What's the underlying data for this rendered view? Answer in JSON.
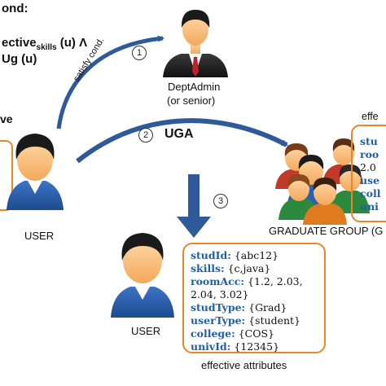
{
  "condition": {
    "line1": "ond:",
    "line2_prefix": "ective",
    "line2_sub": "skills",
    "line2_suffix": " (u) Λ",
    "line3": "Ug (u)"
  },
  "left_partial_text": "ve",
  "steps": {
    "one": "1",
    "two": "2",
    "three": "3"
  },
  "arrow_labels": {
    "satisfy": "satisfy cond.",
    "uga": "UGA"
  },
  "admin": {
    "line1": "DeptAdmin",
    "line2": "(or senior)"
  },
  "user_top_label": "USER",
  "user_bottom_label": "USER",
  "group": {
    "label": "GRADUATE GROUP (G",
    "partial_title": "effe",
    "partial_items": [
      "stu",
      "roo",
      "2.0",
      "use",
      "coll",
      "uni"
    ]
  },
  "effective": {
    "items": [
      {
        "key": "studId:",
        "value": " {abc12}"
      },
      {
        "key": "skills:",
        "value": " {c,java}"
      },
      {
        "key": "roomAcc:",
        "value": " {1.2, 2.03,"
      },
      {
        "key": "",
        "value": "2.04, 3.02}"
      },
      {
        "key": "studType:",
        "value": " {Grad}"
      },
      {
        "key": "userType:",
        "value": " {student}"
      },
      {
        "key": "college:",
        "value": " {COS}"
      },
      {
        "key": "univId:",
        "value": " {12345}"
      }
    ],
    "caption": "effective attributes"
  },
  "colors": {
    "arrow_blue": "#2e5a9a",
    "box_orange": "#e8872a",
    "attr_blue": "#1f5fa8"
  }
}
